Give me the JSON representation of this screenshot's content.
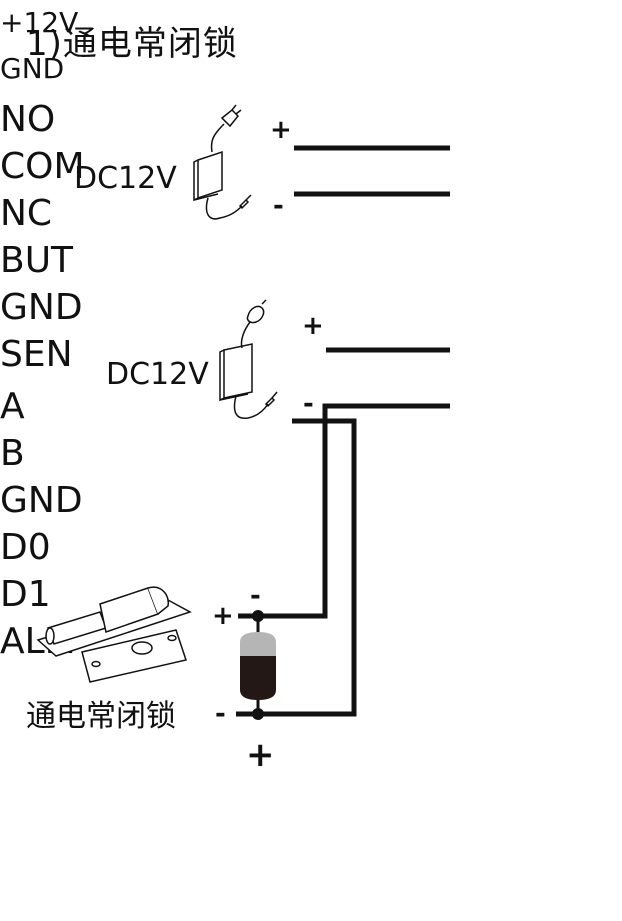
{
  "title": "1)通电常闭锁",
  "power_supply_1": {
    "label": "DC12V",
    "plus_sign": "+",
    "minus_sign": "-"
  },
  "power_supply_2": {
    "label": "DC12V",
    "plus_sign": "+",
    "minus_sign": "-"
  },
  "terminal_block_power": {
    "terminals": [
      "+12V",
      "GND"
    ]
  },
  "terminal_block_relay": {
    "terminals": [
      "NO",
      "COM",
      "NC",
      "BUT",
      "GND",
      "SEN"
    ]
  },
  "terminal_block_data": {
    "terminals": [
      "A",
      "B",
      "GND",
      "D0",
      "D1",
      "ALM"
    ]
  },
  "lock": {
    "label": "通电常闭锁",
    "plus_sign": "+",
    "minus_sign": "-",
    "diode_top_sign": "-",
    "diode_bottom_sign": "+"
  },
  "colors": {
    "wire": "#111111",
    "diode_body": "#231815",
    "diode_cap": "#b5b5b5"
  }
}
